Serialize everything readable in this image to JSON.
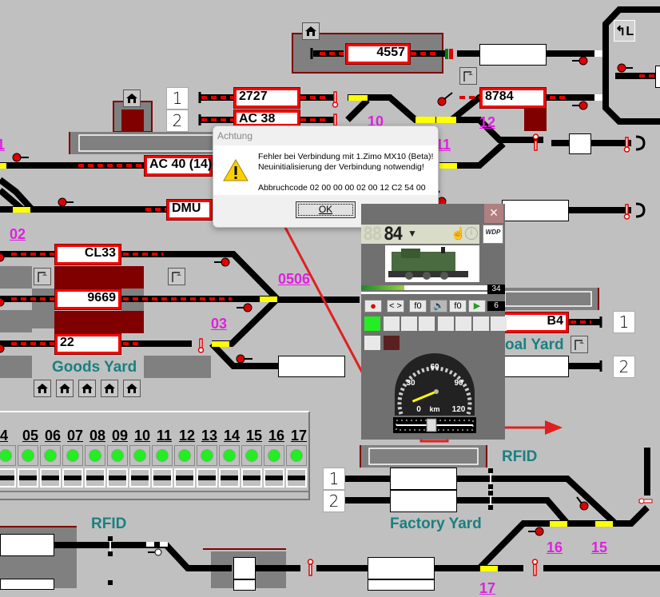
{
  "layout": {
    "locos": [
      {
        "id": "4557",
        "align": "right"
      },
      {
        "id": "2727",
        "align": "left"
      },
      {
        "id": "AC 38",
        "align": "left"
      },
      {
        "id": "8784",
        "align": "left"
      },
      {
        "id": "AC 40 (14)",
        "align": "left"
      },
      {
        "id": "DMU",
        "align": "left"
      },
      {
        "id": "CL33",
        "align": "right"
      },
      {
        "id": "9669",
        "align": "right"
      },
      {
        "id": "22",
        "align": "left"
      },
      {
        "id": "B4",
        "align": "right"
      }
    ],
    "point_numbers": [
      "10",
      "11",
      "12",
      "1",
      "02",
      "0506",
      "03",
      "16",
      "15",
      "17"
    ],
    "area_labels": {
      "goods_yard": "Goods Yard",
      "coal_yard": "oal Yard",
      "factory_yard": "Factory Yard",
      "rfid_right": "RFID",
      "rfid_left": "RFID"
    },
    "block_buttons": {
      "one": "1",
      "two": "2"
    },
    "turn_button": "↰L",
    "colors": {
      "background": "#c0c0c0",
      "track": "#000000",
      "loco_frame": "#ff0000",
      "point_number": "#e020e0",
      "area_label": "#1a8080",
      "occupied": "#800000",
      "turnout": "#ffff00",
      "annotation_arrow": "#e02020"
    }
  },
  "channel_panel": {
    "channels": [
      "4",
      "05",
      "06",
      "07",
      "08",
      "09",
      "10",
      "11",
      "12",
      "13",
      "14",
      "15",
      "16",
      "17"
    ],
    "lamp_state": "green"
  },
  "dialog": {
    "title": "Achtung",
    "icon": "warning-icon",
    "line1": "Fehler bei Verbindung mit 1.Zimo MX10 (Beta)!",
    "line2": "Neuinitialisierung der Verbindung notwendig!",
    "line3": "Abbruchcode  02 00 00 00 02 00 12 C2 54 00",
    "ok_label": "OK"
  },
  "throttle": {
    "close_label": "×",
    "address_dim": "88",
    "address": "84",
    "logo_text": "WDP",
    "speed_bar_value": "34",
    "speed_bar_fraction": 0.34,
    "step_value": "6",
    "buttons": {
      "stop": "●",
      "direction": "< >",
      "f0a": "f0",
      "sound": "🔈",
      "f0b": "f0",
      "play": "▶"
    },
    "gauge": {
      "unit": "km",
      "ticks": [
        "0",
        "30",
        "60",
        "90",
        "120"
      ],
      "needle_value": 10,
      "max": 120
    },
    "slider_value": 0
  }
}
